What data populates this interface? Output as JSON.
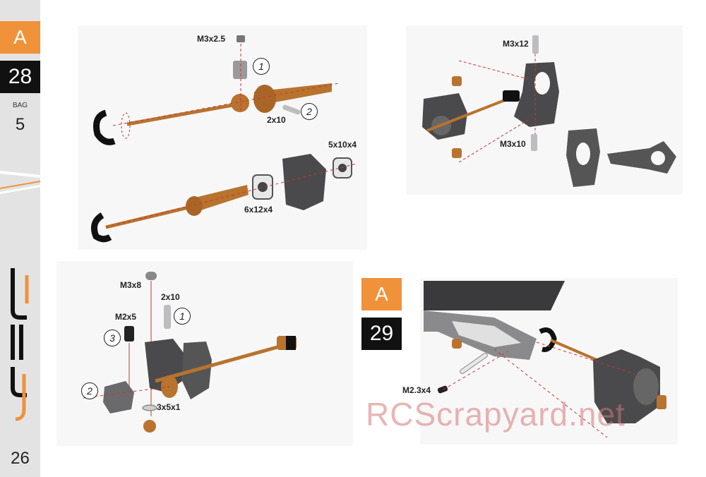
{
  "sidebar": {
    "section_letter": "A",
    "step_number": "28",
    "bag_label": "BAG",
    "bag_number": "5",
    "page_number": "26"
  },
  "step29": {
    "section_letter": "A",
    "step_number": "29"
  },
  "labels": {
    "m3x2_5": "M3x2.5",
    "two_x10_top": "2x10",
    "five_x10x4": "5x10x4",
    "six_x12x4": "6x12x4",
    "m3x12": "M3x12",
    "m3x10": "M3x10",
    "m3x8": "M3x8",
    "two_x10_bottom": "2x10",
    "m2x5": "M2x5",
    "three_x5x1": "3x5x1",
    "m2_3x4": "M2.3x4"
  },
  "callouts": {
    "c1_top": "1",
    "c2_top": "2",
    "c1_bottom": "1",
    "c2_bottom": "2",
    "c3_bottom": "3"
  },
  "watermark": "RCScrapyard.net",
  "colors": {
    "accent_orange": "#f0923a",
    "black_box": "#111111",
    "bronze": "#b8732e",
    "grey_part": "#4a4a4c"
  }
}
